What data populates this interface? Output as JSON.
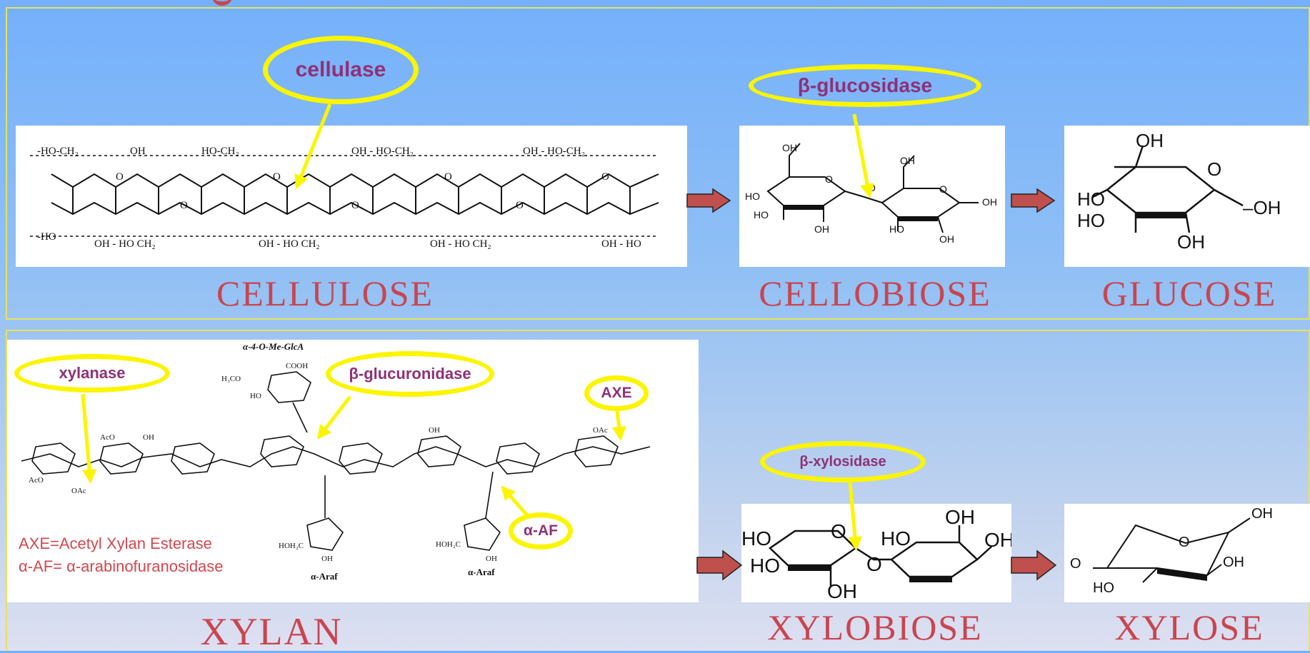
{
  "cellulose_row": {
    "products": {
      "cellulose": "Cellulose",
      "cellobiose": "Cellobiose",
      "glucose": "Glucose"
    },
    "enzymes": {
      "cellulase": "cellulase",
      "beta_glucosidase": "β-glucosidase"
    }
  },
  "xylan_row": {
    "products": {
      "xylan": "Xylan",
      "xylobiose": "Xylobiose",
      "xylose": "Xylose"
    },
    "enzymes": {
      "xylanase": "xylanase",
      "beta_glucuronidase": "β-glucuronidase",
      "axe": "AXE",
      "alpha_af": "α-AF",
      "beta_xylosidase": "β-xylosidase"
    },
    "notes": [
      "AXE=Acetyl Xylan Esterase",
      "α-AF= α-arabinofuranosidase"
    ],
    "structure_labels": {
      "glca": "α-4-O-Me-GlcA",
      "araf_1": "α-Araf",
      "araf_2": "α-Araf"
    }
  },
  "colors": {
    "caption_red": "#c9454f",
    "enzyme_text": "#8f3176",
    "ellipse_yellow": "#fbf500",
    "arrow_fill": "#c0504d"
  }
}
